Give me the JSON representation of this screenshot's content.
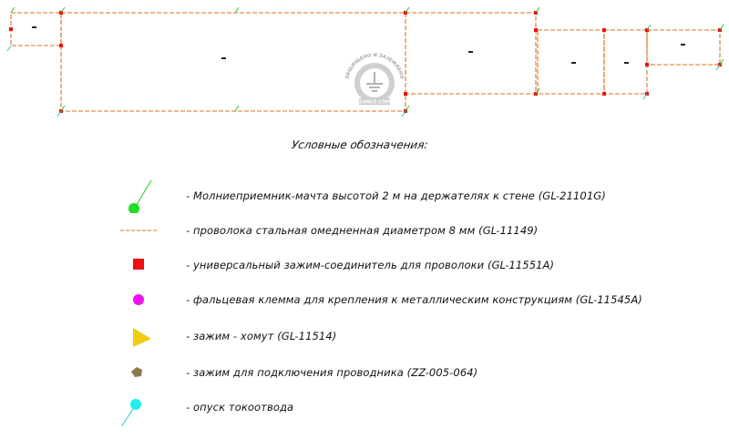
{
  "legend": {
    "title": "Условные обозначения:",
    "items": [
      {
        "id": "air-terminal",
        "text": "- Молниеприемник-мачта высотой 2 м на держателях к стене (GL-21101G)",
        "color": "#22dd22"
      },
      {
        "id": "wire",
        "text": "- проволока стальная омедненная диаметром 8 мм (GL-11149)",
        "color": "#e8a06a"
      },
      {
        "id": "universal-clamp",
        "text": "- универсальный зажим-соединитель для проволоки (GL-11551A)",
        "color": "#ee1111"
      },
      {
        "id": "seam-clamp",
        "text": "- фальцевая клемма для крепления к металлическим конструкциям (GL-11545A)",
        "color": "#ee11ee"
      },
      {
        "id": "collar-clamp",
        "text": "- зажим - хомут (GL-11514)",
        "color": "#f2cc10"
      },
      {
        "id": "conductor-clamp",
        "text": "- зажим для подключения проводника (ZZ-005-064)",
        "color": "#8a7a4a"
      },
      {
        "id": "down-conductor",
        "text": "- опуск токоотвода",
        "color": "#22eeee"
      }
    ]
  },
  "watermark": {
    "top_text": "ЗАЩИЩЕНО И ЗАЗЕМЛЕНО",
    "site": "ZANDZ.COM"
  }
}
